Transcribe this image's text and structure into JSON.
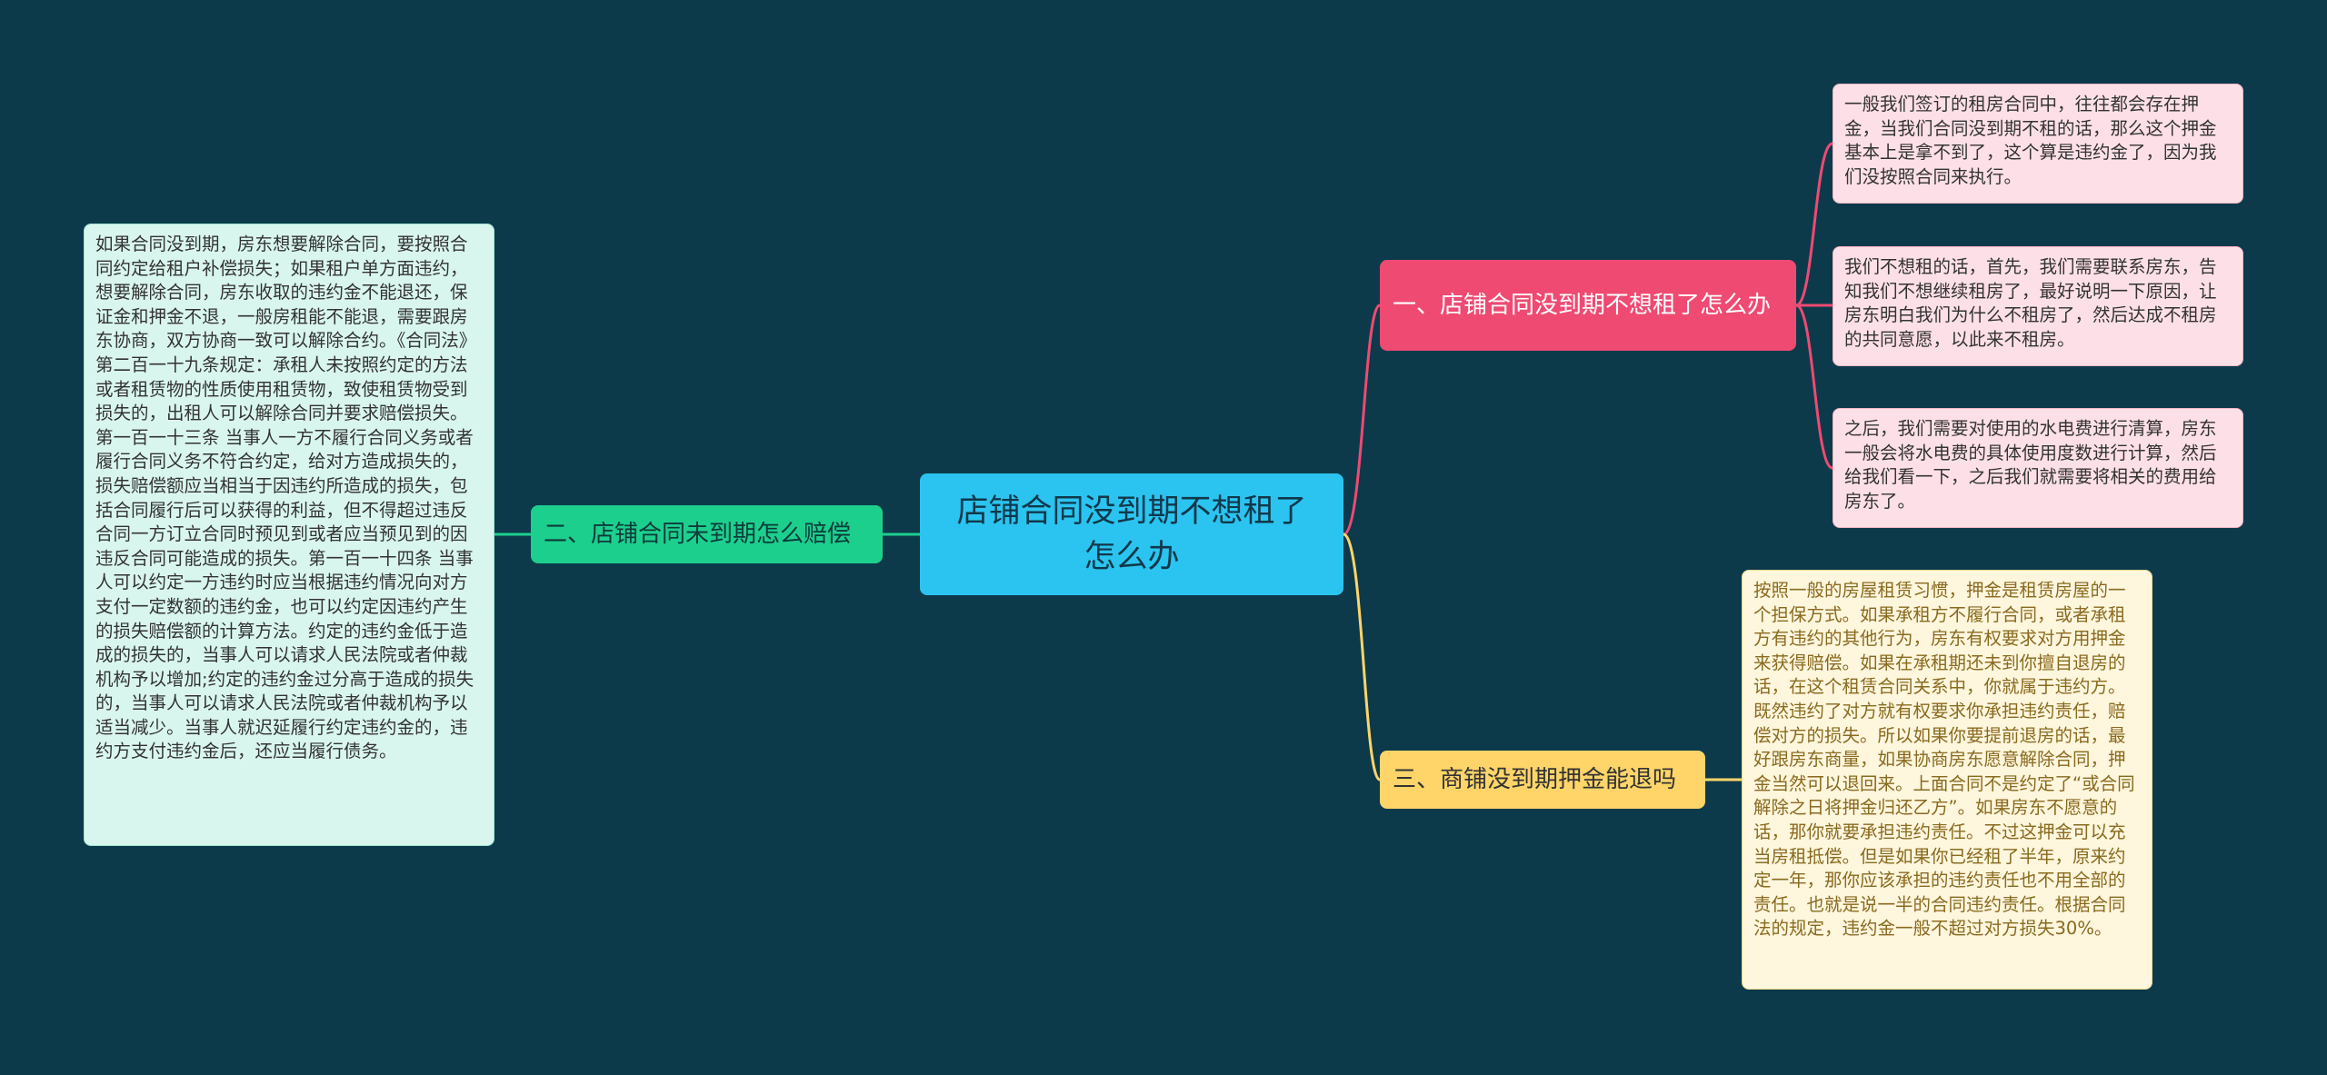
{
  "mindmap": {
    "root": {
      "label": "店铺合同没到期不想租了怎么办"
    },
    "branches": [
      {
        "label": "一、店铺合同没到期不想租了怎么办",
        "color": "#ef4a72",
        "leaves": [
          "一般我们签订的租房合同中，往往都会存在押金，当我们合同没到期不租的话，那么这个押金基本上是拿不到了，这个算是违约金了，因为我们没按照合同来执行。",
          "我们不想租的话，首先，我们需要联系房东，告知我们不想继续租房了，最好说明一下原因，让房东明白我们为什么不租房了，然后达成不租房的共同意愿，以此来不租房。",
          "之后，我们需要对使用的水电费进行清算，房东一般会将水电费的具体使用度数进行计算，然后给我们看一下，之后我们就需要将相关的费用给房东了。"
        ]
      },
      {
        "label": "二、店铺合同未到期怎么赔偿",
        "color": "#1dcf8d",
        "leaves": [
          "如果合同没到期，房东想要解除合同，要按照合同约定给租户补偿损失；如果租户单方面违约，想要解除合同，房东收取的违约金不能退还，保证金和押金不退，一般房租能不能退，需要跟房东协商，双方协商一致可以解除合约。《合同法》第二百一十九条规定：承租人未按照约定的方法或者租赁物的性质使用租赁物，致使租赁物受到损失的，出租人可以解除合同并要求赔偿损失。第一百一十三条 当事人一方不履行合同义务或者履行合同义务不符合约定，给对方造成损失的，损失赔偿额应当相当于因违约所造成的损失，包括合同履行后可以获得的利益，但不得超过违反合同一方订立合同时预见到或者应当预见到的因违反合同可能造成的损失。第一百一十四条 当事人可以约定一方违约时应当根据违约情况向对方支付一定数额的违约金，也可以约定因违约产生的损失赔偿额的计算方法。约定的违约金低于造成的损失的，当事人可以请求人民法院或者仲裁机构予以增加;约定的违约金过分高于造成的损失的，当事人可以请求人民法院或者仲裁机构予以适当减少。当事人就迟延履行约定违约金的，违约方支付违约金后，还应当履行债务。"
        ]
      },
      {
        "label": "三、商铺没到期押金能退吗",
        "color": "#ffd56a",
        "leaves": [
          "按照一般的房屋租赁习惯，押金是租赁房屋的一个担保方式。如果承租方不履行合同，或者承租方有违约的其他行为，房东有权要求对方用押金来获得赔偿。如果在承租期还未到你擅自退房的话，在这个租赁合同关系中，你就属于违约方。既然违约了对方就有权要求你承担违约责任，赔偿对方的损失。所以如果你要提前退房的话，最好跟房东商量，如果协商房东愿意解除合同，押金当然可以退回来。上面合同不是约定了“或合同解除之日将押金归还乙方”。如果房东不愿意的话，那你就要承担违约责任。不过这押金可以充当房租抵偿。但是如果你已经租了半年，原来约定一年，那你应该承担的违约责任也不用全部的责任。也就是说一半的合同违约责任。根据合同法的规定，违约金一般不超过对方损失30%。"
        ]
      }
    ],
    "colors": {
      "background": "#0c3a4b",
      "root": "#2bc4f0",
      "link_pink": "#ef4a72",
      "link_green": "#1dcf8d",
      "link_yellow": "#ffd56a"
    }
  }
}
